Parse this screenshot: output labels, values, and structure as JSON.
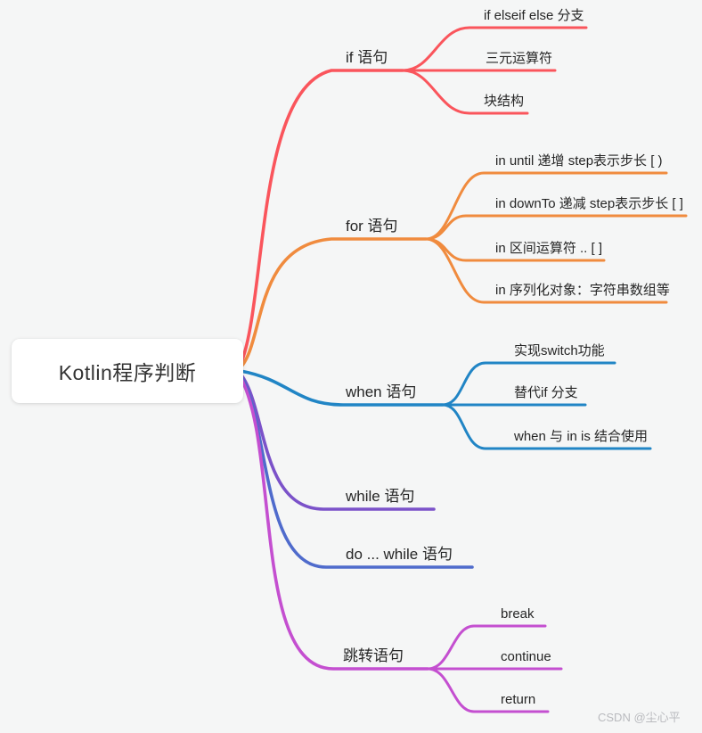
{
  "canvas": {
    "background": "#f5f6f6"
  },
  "root": {
    "label": "Kotlin程序判断"
  },
  "branches": [
    {
      "label": "if 语句",
      "color": "#fa555c",
      "children": [
        {
          "label": "if elseif else 分支"
        },
        {
          "label": "三元运算符"
        },
        {
          "label": "块结构"
        }
      ]
    },
    {
      "label": "for 语句",
      "color": "#f08b3e",
      "children": [
        {
          "label": "in until 递增 step表示步长 [ )"
        },
        {
          "label": "in downTo 递减 step表示步长 [ ]"
        },
        {
          "label": "in 区间运算符 .. [ ]"
        },
        {
          "label": "in 序列化对象：字符串数组等"
        }
      ]
    },
    {
      "label": "when 语句",
      "color": "#2185c5",
      "children": [
        {
          "label": "实现switch功能"
        },
        {
          "label": "替代if 分支"
        },
        {
          "label": "when 与 in is 结合使用"
        }
      ]
    },
    {
      "label": "while 语句",
      "color": "#7b52c9",
      "children": []
    },
    {
      "label": "do ... while 语句",
      "color": "#4f6bcc",
      "children": []
    },
    {
      "label": "跳转语句",
      "color": "#c44fd0",
      "children": [
        {
          "label": "break"
        },
        {
          "label": "continue"
        },
        {
          "label": "return"
        }
      ]
    }
  ],
  "watermark": {
    "label": "CSDN @尘心平"
  }
}
